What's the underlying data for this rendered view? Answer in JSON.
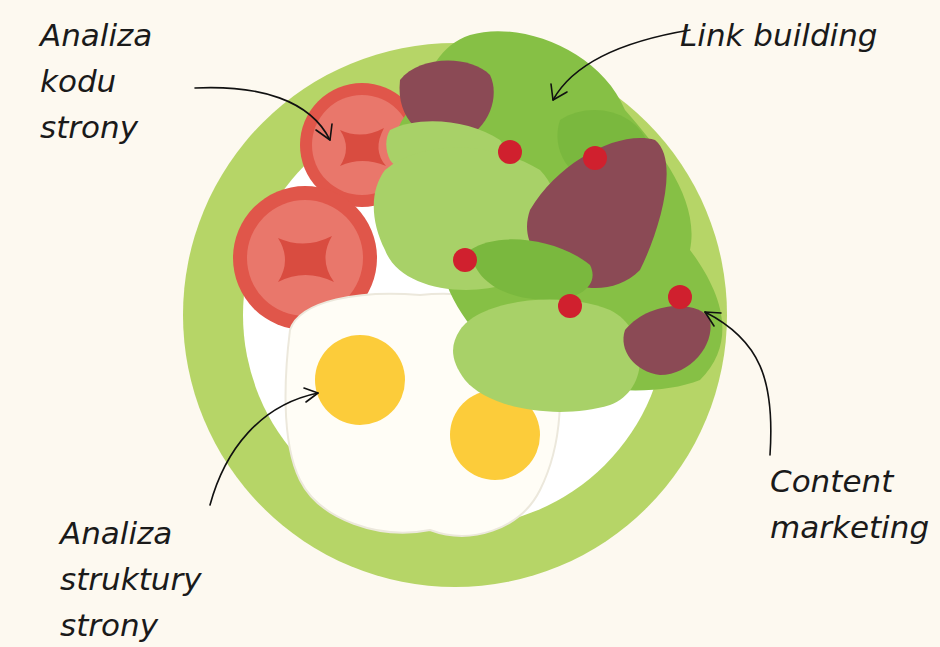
{
  "diagram": {
    "labels": [
      "Analiza kodu strony",
      "Link building",
      "Content marketing",
      "Analiza struktury strony"
    ]
  }
}
